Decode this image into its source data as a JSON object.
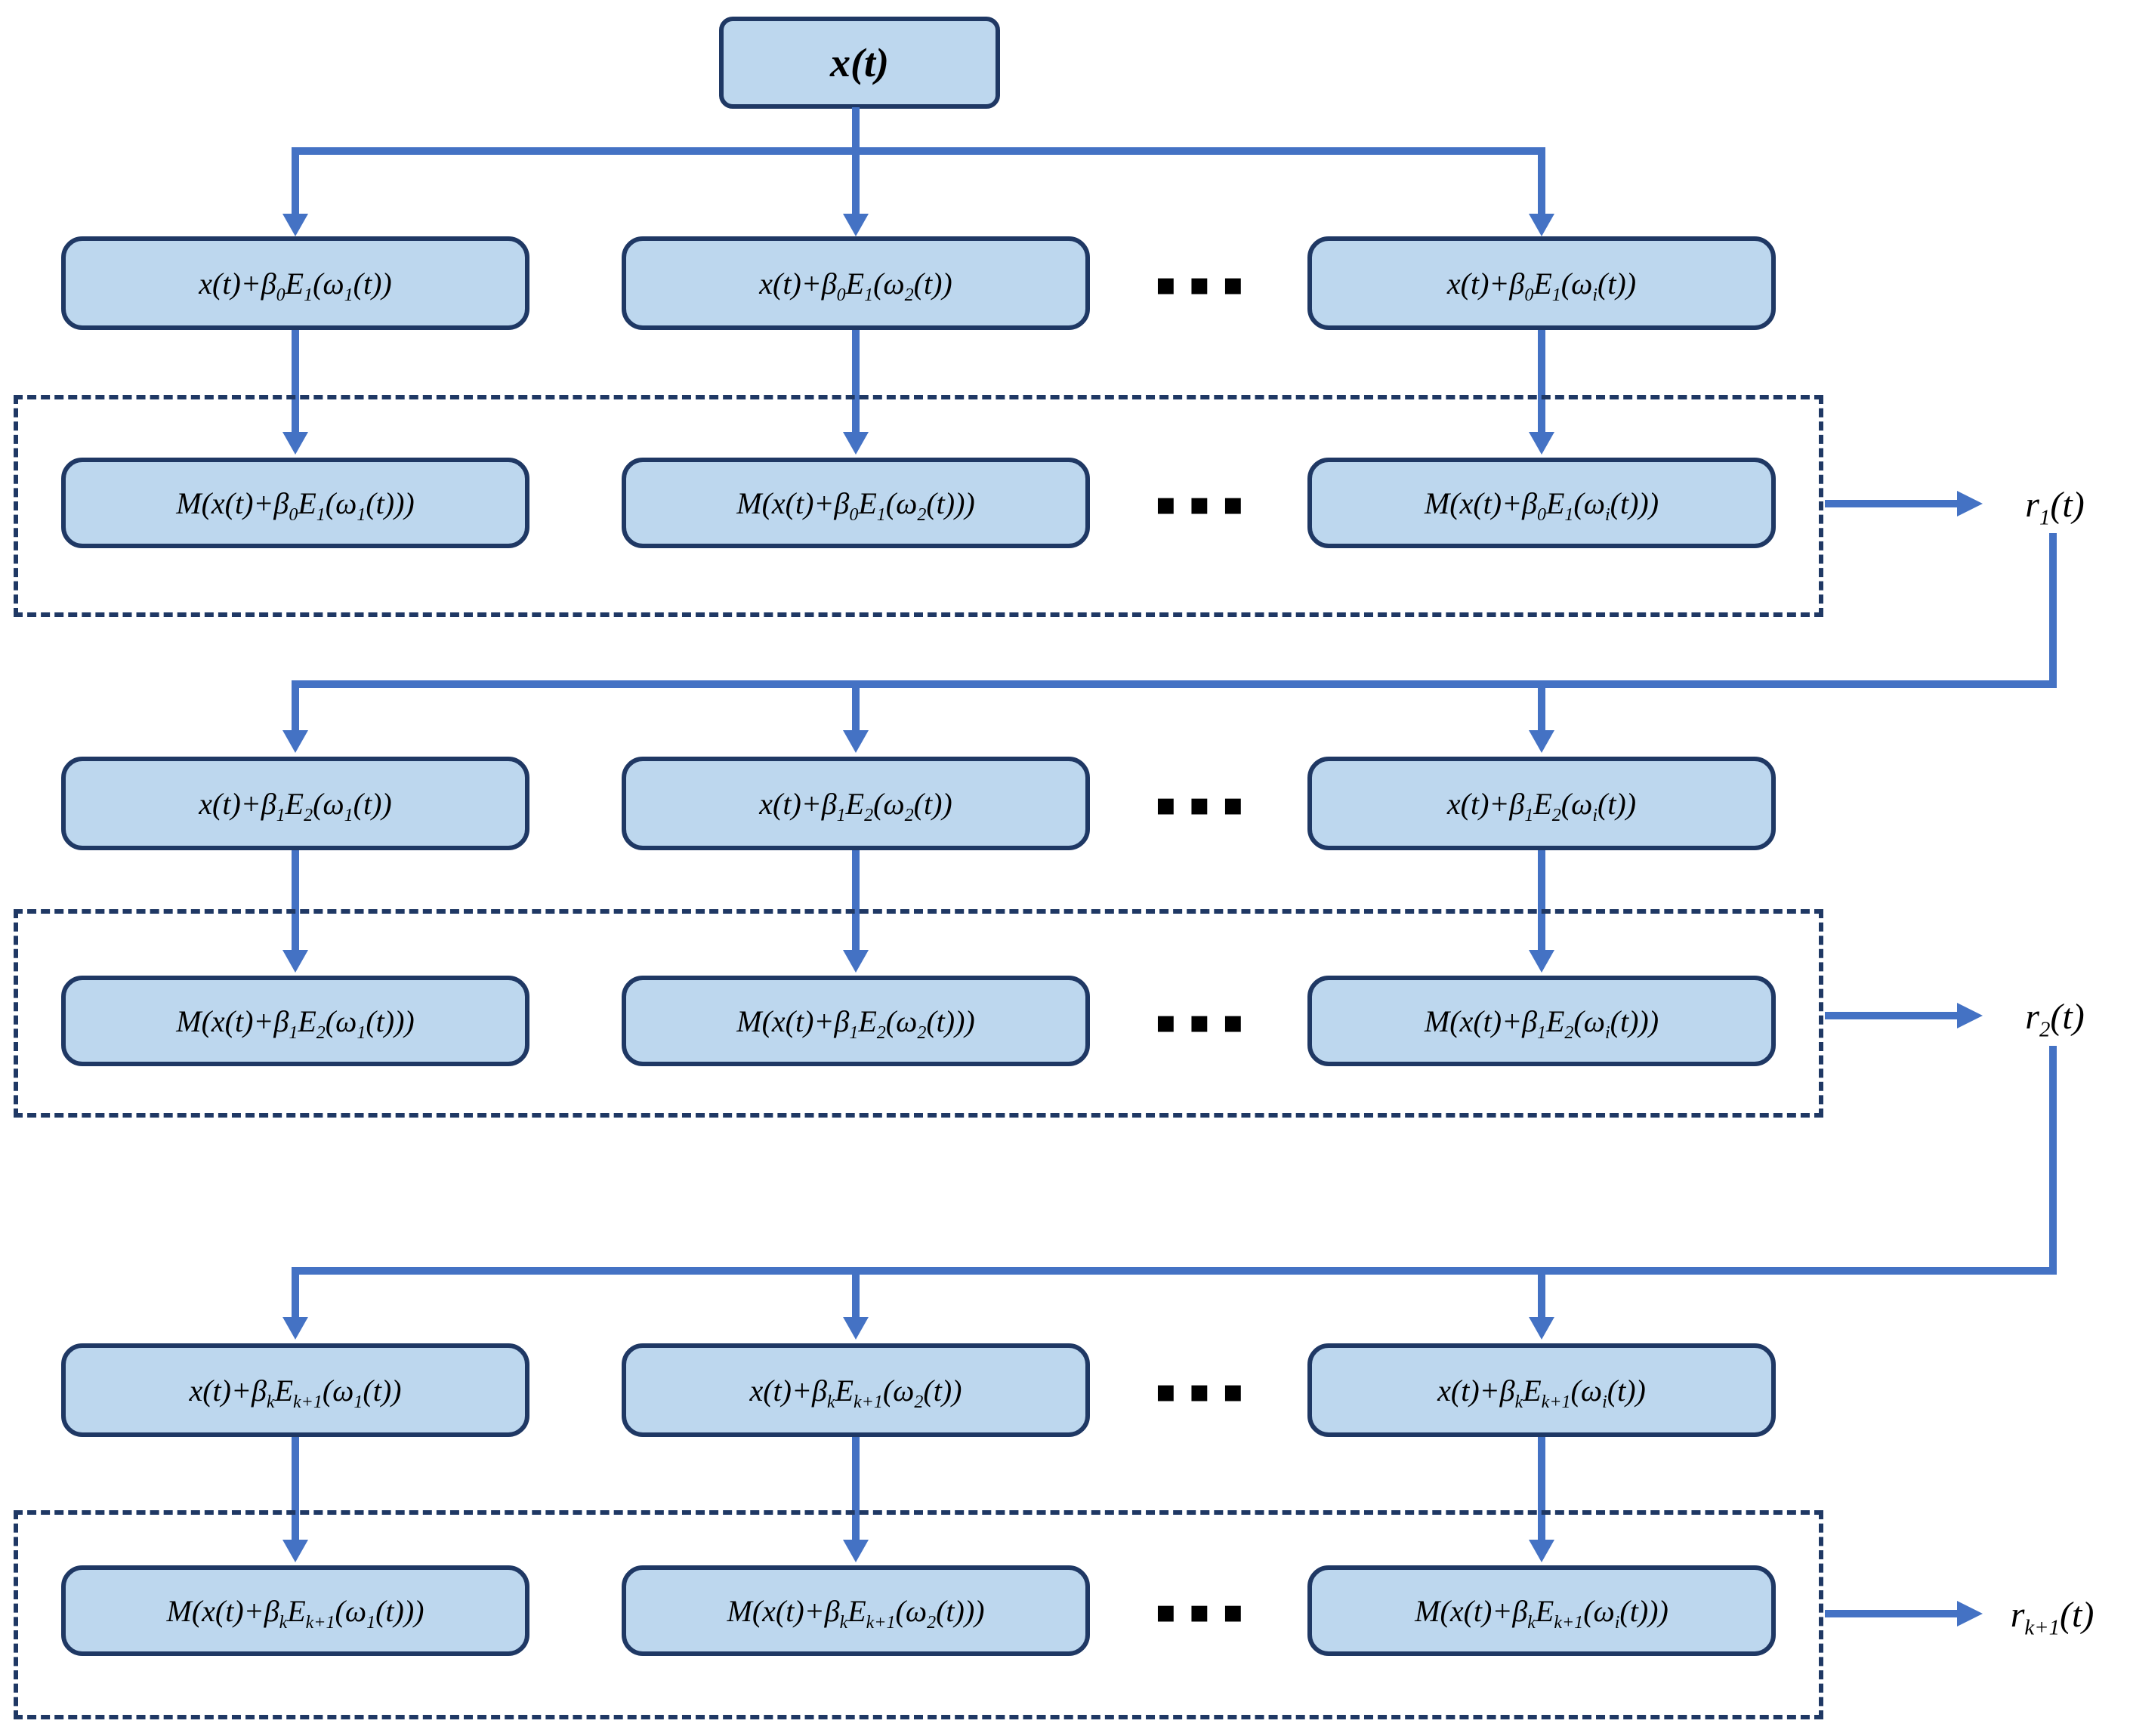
{
  "colors": {
    "box_fill": "#BDD7EE",
    "box_border": "#1F3864",
    "arrow": "#4472C4",
    "dash": "#1F3864",
    "text": "#000000",
    "bg": "#FFFFFF"
  },
  "top_node": {
    "formula": "x(t)"
  },
  "ellipsis": "▪▪▪",
  "groups": [
    {
      "name": "iteration-1",
      "input_row": [
        "x(t)+β_{0}E_{1}(ω_{1}(t))",
        "x(t)+β_{0}E_{1}(ω_{2}(t))",
        "x(t)+β_{0}E_{1}(ω_{i}(t))"
      ],
      "output_row": [
        "M(x(t)+β_{0}E_{1}(ω_{1}(t)))",
        "M(x(t)+β_{0}E_{1}(ω_{2}(t)))",
        "M(x(t)+β_{0}E_{1}(ω_{i}(t)))"
      ],
      "result_label": "r_{1}(t)"
    },
    {
      "name": "iteration-2",
      "input_row": [
        "x(t)+β_{1}E_{2}(ω_{1}(t))",
        "x(t)+β_{1}E_{2}(ω_{2}(t))",
        "x(t)+β_{1}E_{2}(ω_{i}(t))"
      ],
      "output_row": [
        "M(x(t)+β_{1}E_{2}(ω_{1}(t)))",
        "M(x(t)+β_{1}E_{2}(ω_{2}(t)))",
        "M(x(t)+β_{1}E_{2}(ω_{i}(t)))"
      ],
      "result_label": "r_{2}(t)"
    },
    {
      "name": "iteration-k-plus-1",
      "input_row": [
        "x(t)+β_{k}E_{k+1}(ω_{1}(t))",
        "x(t)+β_{k}E_{k+1}(ω_{2}(t))",
        "x(t)+β_{k}E_{k+1}(ω_{i}(t))"
      ],
      "output_row": [
        "M(x(t)+β_{k}E_{k+1}(ω_{1}(t)))",
        "M(x(t)+β_{k}E_{k+1}(ω_{2}(t)))",
        "M(x(t)+β_{k}E_{k+1}(ω_{i}(t)))"
      ],
      "result_label": "r_{k+1}(t)"
    }
  ]
}
